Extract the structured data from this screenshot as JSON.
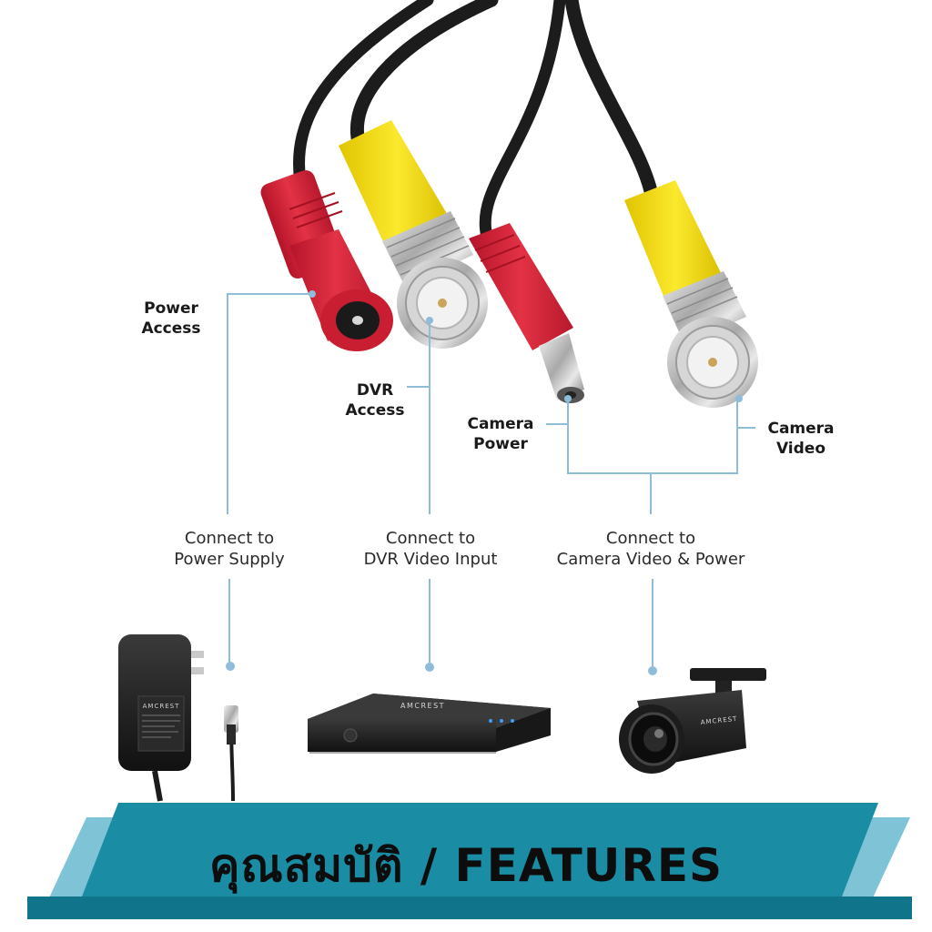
{
  "labels": {
    "power_access": "Power\nAccess",
    "dvr_access": "DVR\nAccess",
    "camera_power": "Camera\nPower",
    "camera_video": "Camera\nVideo",
    "connect_power": "Connect to\nPower Supply",
    "connect_dvr": "Connect to\nDVR Video Input",
    "connect_camera": "Connect to\nCamera Video & Power"
  },
  "brand": {
    "adapter_brand": "AMCREST",
    "dvr_brand": "AMCREST",
    "camera_brand": "AMCREST"
  },
  "banner": {
    "title": "คุณสมบัติ / FEATURES"
  },
  "colors": {
    "connector_line": "#8fbcd9",
    "cable_black": "#1c1c1c",
    "red_plug": "#d9283a",
    "yellow_plug": "#f2dc12",
    "banner_main": "#1a8ca3",
    "banner_light": "#7fc4d6",
    "banner_dark": "#10748a"
  }
}
